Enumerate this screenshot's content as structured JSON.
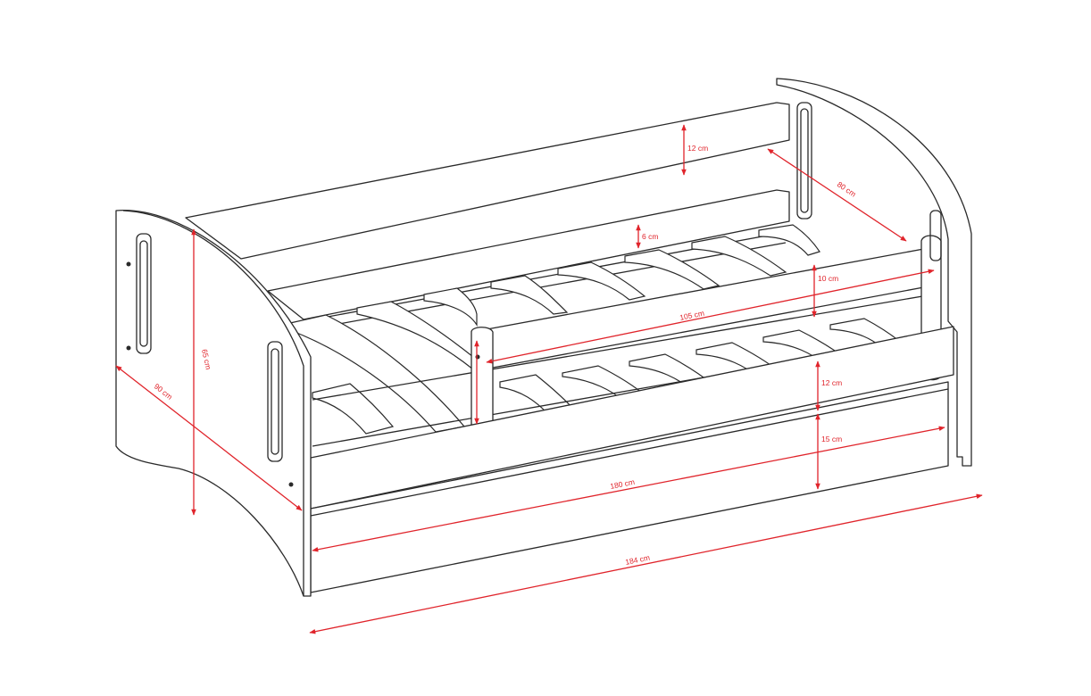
{
  "colors": {
    "outline": "#2a2a2a",
    "dimension": "#e0242b",
    "background": "#ffffff"
  },
  "dimensions": {
    "height_total": "65 cm",
    "depth_total": "90 cm",
    "length_inner": "180 cm",
    "length_total": "184 cm",
    "mattress_depth": "80 cm",
    "guard_length": "105 cm",
    "back_board_height": "12 cm",
    "slat_gap": "6 cm",
    "guard_rail_height": "10 cm",
    "front_board_height": "12 cm",
    "drawer_height": "15 cm"
  }
}
